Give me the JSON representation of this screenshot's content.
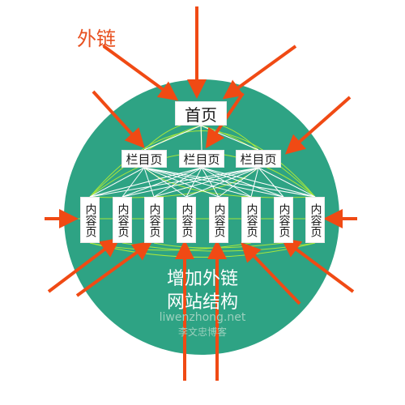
{
  "labels": {
    "external_links": "外链",
    "home_page": "首页",
    "category_page": "栏目页",
    "content_page": "内容页",
    "caption_line1": "增加外链",
    "caption_line2": "网站结构",
    "watermark_domain": "liwenzhong.net",
    "watermark_name": "李文忠博客"
  },
  "colors": {
    "circle": "#2ea384",
    "arrow": "#f04a14",
    "green_line": "#a7e63c",
    "white_line": "#ffffff",
    "label_accent": "#e8501f"
  },
  "structure": {
    "category_count": 3,
    "content_count": 8
  }
}
